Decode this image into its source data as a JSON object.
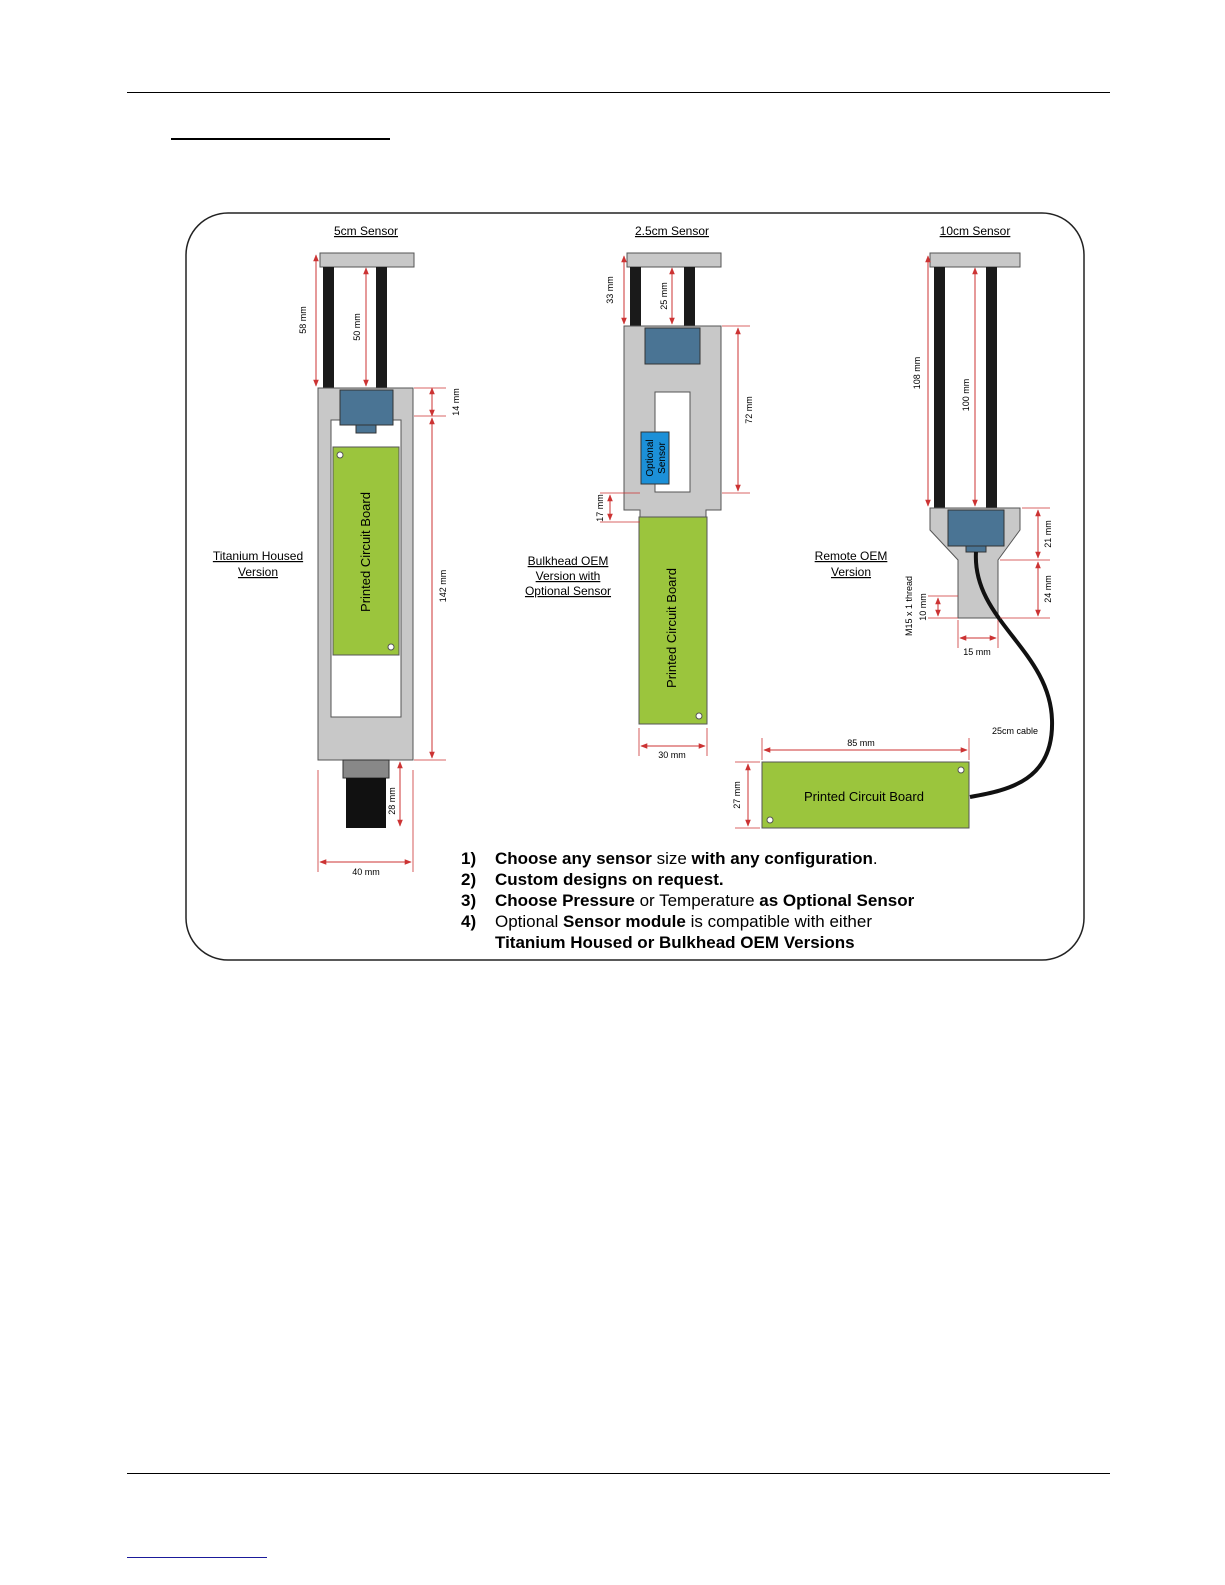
{
  "page": {
    "colors": {
      "housing": "#c8c8c8",
      "pcb": "#9bc53d",
      "connector": "#4a7494",
      "optional_sensor": "#1c90d8",
      "dimension": "#cc3333",
      "rod": "#1a1a1a"
    }
  },
  "diagram": {
    "sensors": {
      "s5": {
        "title": "5cm Sensor",
        "version": [
          "Titanium Housed",
          "Version"
        ],
        "pcb_label": "Printed Circuit Board",
        "dims": {
          "d58": "58 mm",
          "d50": "50 mm",
          "d14": "14 mm",
          "d142": "142 mm",
          "d28": "28 mm",
          "d40": "40 mm"
        }
      },
      "s25": {
        "title": "2.5cm Sensor",
        "version": [
          "Bulkhead OEM",
          "Version with",
          "Optional Sensor"
        ],
        "pcb_label": "Printed Circuit Board",
        "optional_label": [
          "Optional",
          "Sensor"
        ],
        "dims": {
          "d33": "33 mm",
          "d25": "25 mm",
          "d72": "72 mm",
          "d17": "17 mm",
          "d30": "30 mm"
        }
      },
      "s10": {
        "title": "10cm Sensor",
        "version": [
          "Remote OEM",
          "Version"
        ],
        "pcb_label": "Printed Circuit Board",
        "cable_label": "25cm cable",
        "thread_label": "M15 x 1 thread",
        "dims": {
          "d108": "108 mm",
          "d100": "100 mm",
          "d21": "21 mm",
          "d24": "24 mm",
          "d10": "10 mm",
          "d15": "15 mm",
          "d85": "85 mm",
          "d27": "27 mm"
        }
      }
    },
    "notes": [
      {
        "num": "1)",
        "parts": [
          {
            "t": "Choose any ",
            "b": true
          },
          {
            "t": "sensor",
            "b": true
          },
          {
            "t": " size ",
            "b": false
          },
          {
            "t": "with any configuration",
            "b": true
          },
          {
            "t": ".",
            "b": false
          }
        ]
      },
      {
        "num": "2)",
        "parts": [
          {
            "t": "Custom designs on request.",
            "b": true
          }
        ]
      },
      {
        "num": "3)",
        "parts": [
          {
            "t": "Choose ",
            "b": true
          },
          {
            "t": "Pressure",
            "b": true
          },
          {
            "t": " or Temperature ",
            "b": false
          },
          {
            "t": "as Optional Sensor",
            "b": true
          }
        ]
      },
      {
        "num": "4)",
        "parts": [
          {
            "t": "Optional ",
            "b": false
          },
          {
            "t": "Sensor module",
            "b": true
          },
          {
            "t": " is compatible with either",
            "b": false
          }
        ]
      },
      {
        "num": "",
        "parts": [
          {
            "t": "Titanium Housed or Bulkhead OEM Versions",
            "b": true
          }
        ]
      }
    ]
  }
}
